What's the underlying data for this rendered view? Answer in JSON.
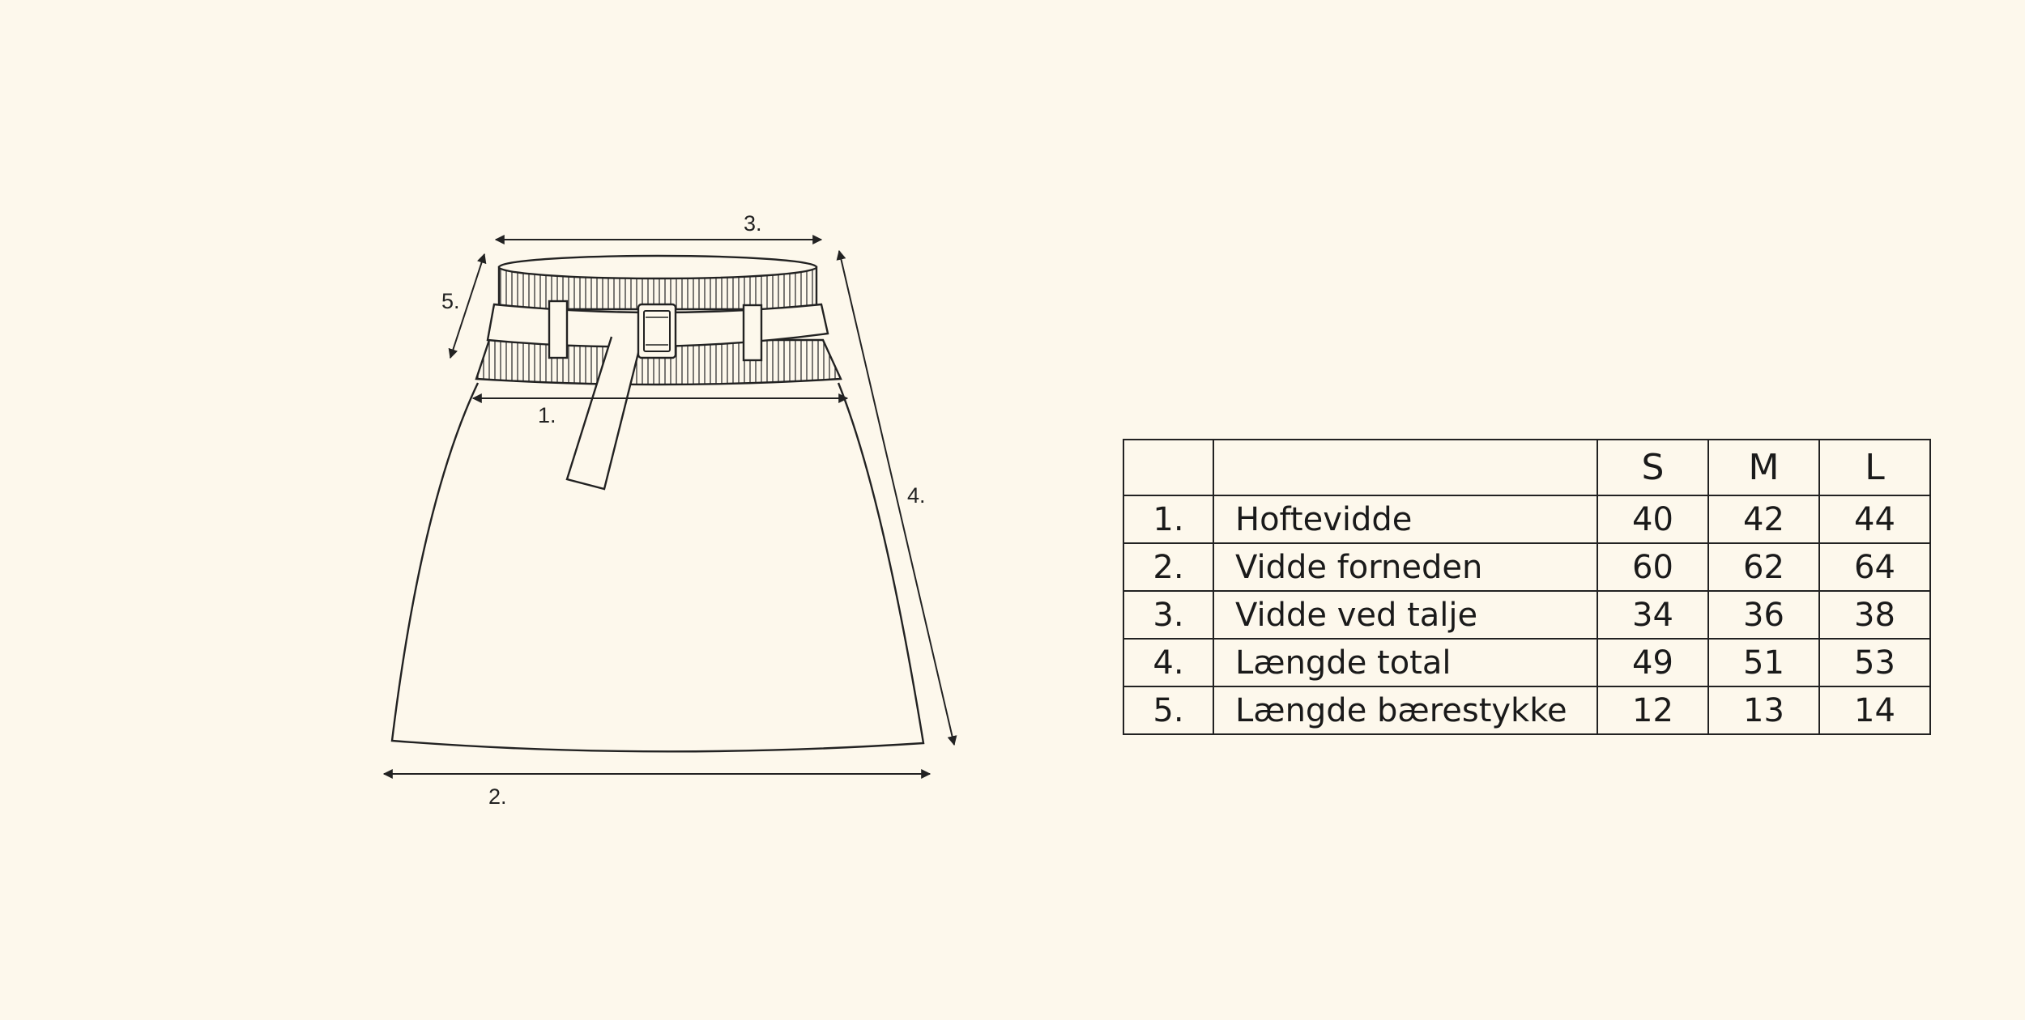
{
  "diagram": {
    "labels": {
      "hip_width": "1.",
      "bottom_width": "2.",
      "waist_width": "3.",
      "total_length": "4.",
      "yoke_length": "5."
    }
  },
  "table": {
    "sizes": [
      "S",
      "M",
      "L"
    ],
    "rows": [
      {
        "num": "1.",
        "label": "Hoftevidde",
        "values": [
          "40",
          "42",
          "44"
        ]
      },
      {
        "num": "2.",
        "label": "Vidde forneden",
        "values": [
          "60",
          "62",
          "64"
        ]
      },
      {
        "num": "3.",
        "label": "Vidde ved talje",
        "values": [
          "34",
          "36",
          "38"
        ]
      },
      {
        "num": "4.",
        "label": "Længde total",
        "values": [
          "49",
          "51",
          "53"
        ]
      },
      {
        "num": "5.",
        "label": "Længde bærestykke",
        "values": [
          "12",
          "13",
          "14"
        ]
      }
    ]
  }
}
